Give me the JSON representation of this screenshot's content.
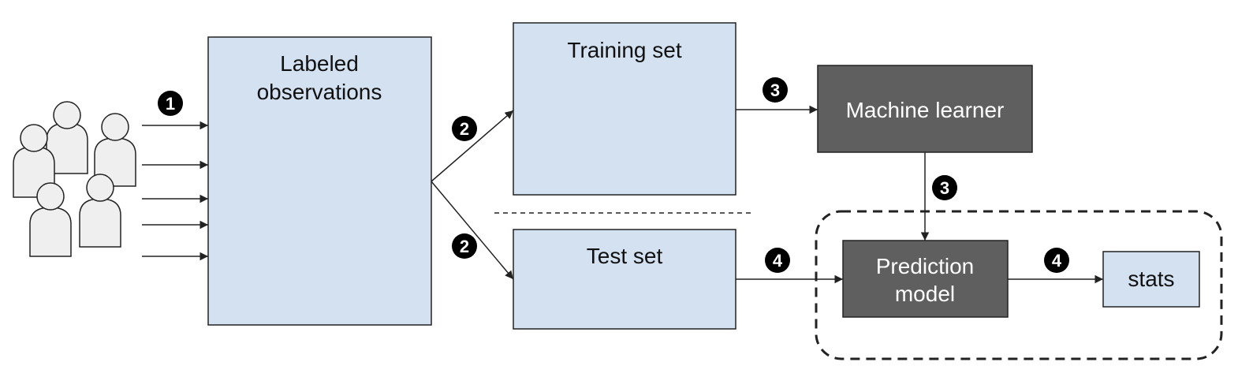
{
  "nodes": {
    "labeled_observations": {
      "line1": "Labeled",
      "line2": "observations"
    },
    "training_set": {
      "label": "Training set"
    },
    "test_set": {
      "label": "Test set"
    },
    "machine_learner": {
      "label": "Machine learner"
    },
    "prediction_model": {
      "line1": "Prediction",
      "line2": "model"
    },
    "stats": {
      "label": "stats"
    }
  },
  "steps": {
    "s1": "1",
    "s2_train": "2",
    "s2_test": "2",
    "s3_train": "3",
    "s3_model": "3",
    "s4_test": "4",
    "s4_stats": "4"
  },
  "colors": {
    "light_box": "#d3e1f1",
    "dark_box": "#5f5f5f",
    "person_fill": "#efefef",
    "stroke": "#222222"
  }
}
